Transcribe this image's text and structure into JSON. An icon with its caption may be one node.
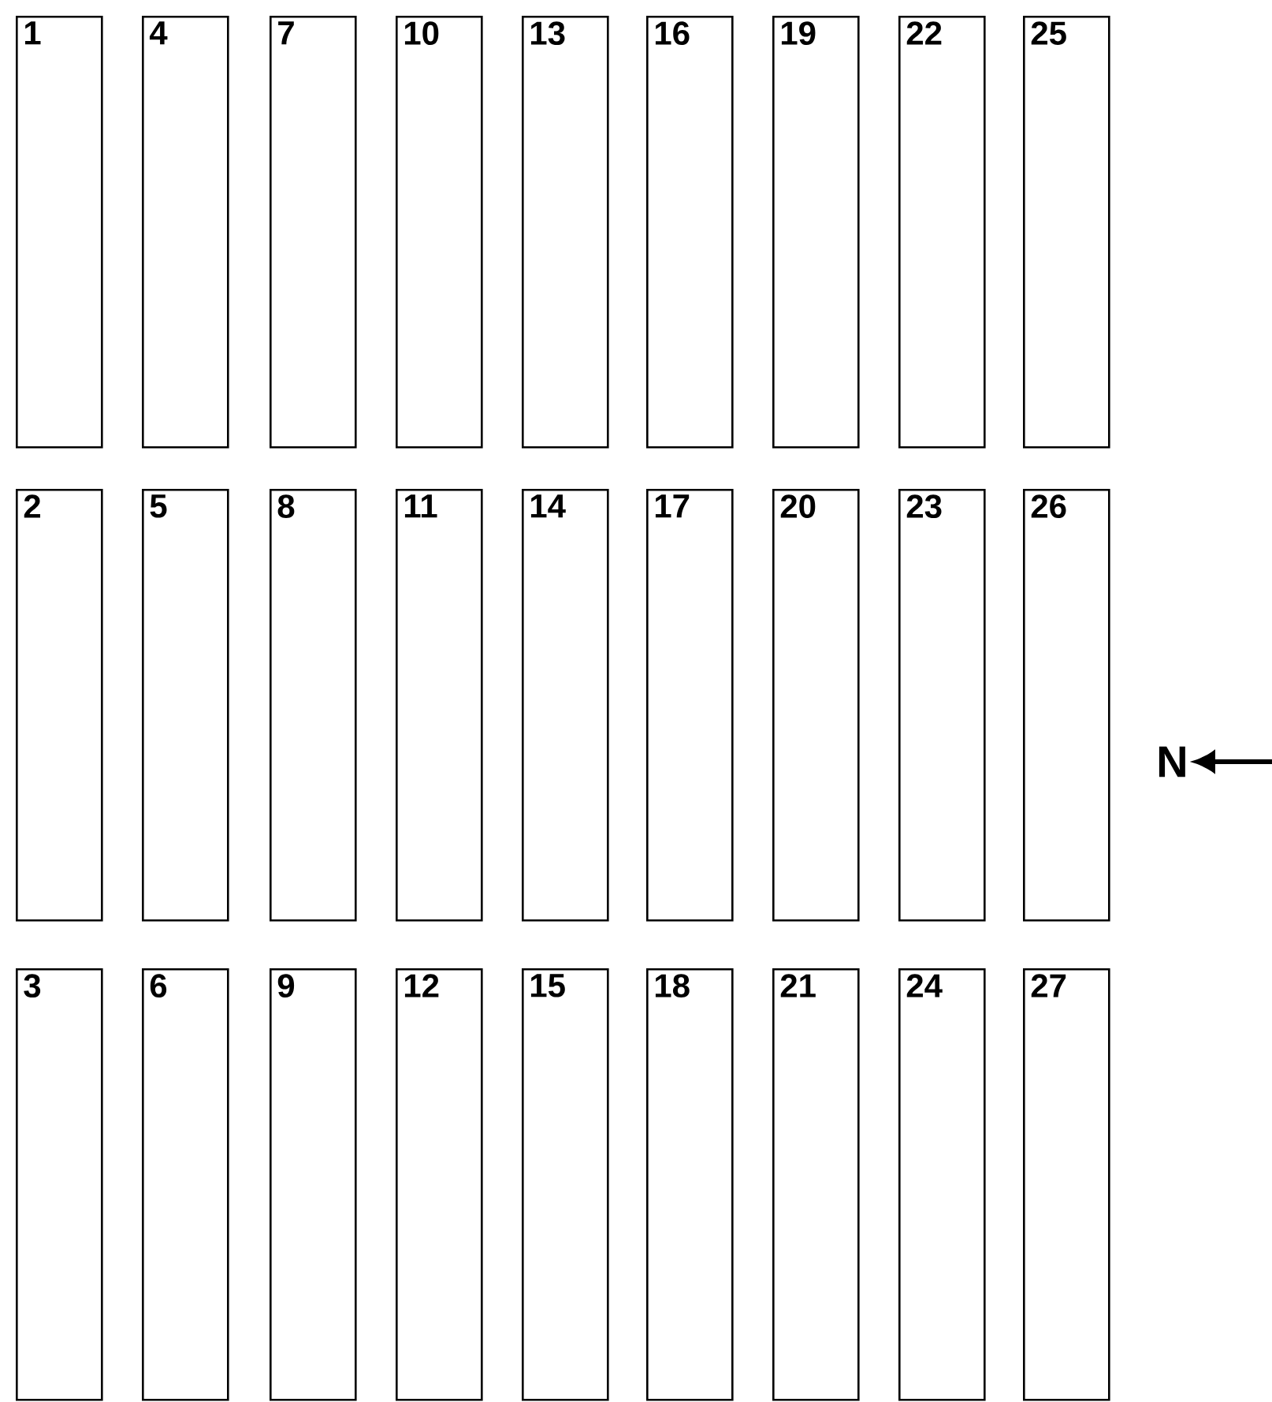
{
  "diagram": {
    "nodes": [
      {
        "text": [
          "1"
        ]
      },
      {
        "text": [
          "2"
        ]
      },
      {
        "text": [
          "3"
        ]
      },
      {
        "text": [
          "4"
        ]
      },
      {
        "text": [
          "5"
        ]
      },
      {
        "text": [
          "6"
        ]
      },
      {
        "text": [
          "7"
        ]
      },
      {
        "text": [
          "8"
        ]
      },
      {
        "text": [
          "9"
        ]
      },
      {
        "text": [
          "10"
        ]
      },
      {
        "text": [
          "11"
        ]
      },
      {
        "text": [
          "12"
        ]
      },
      {
        "text": [
          "13"
        ]
      },
      {
        "text": [
          "14"
        ]
      },
      {
        "text": [
          "15"
        ]
      },
      {
        "text": [
          "16"
        ]
      },
      {
        "text": [
          "17"
        ]
      },
      {
        "text": [
          "18"
        ]
      },
      {
        "text": [
          "19"
        ]
      },
      {
        "text": [
          "20"
        ]
      },
      {
        "text": [
          "21"
        ]
      },
      {
        "text": [
          "22"
        ]
      },
      {
        "text": [
          "23"
        ]
      },
      {
        "text": [
          "24"
        ]
      },
      {
        "text": [
          "25"
        ]
      },
      {
        "text": [
          "26"
        ]
      },
      {
        "text": [
          "27"
        ]
      }
    ],
    "labels": [
      "N"
    ]
  }
}
